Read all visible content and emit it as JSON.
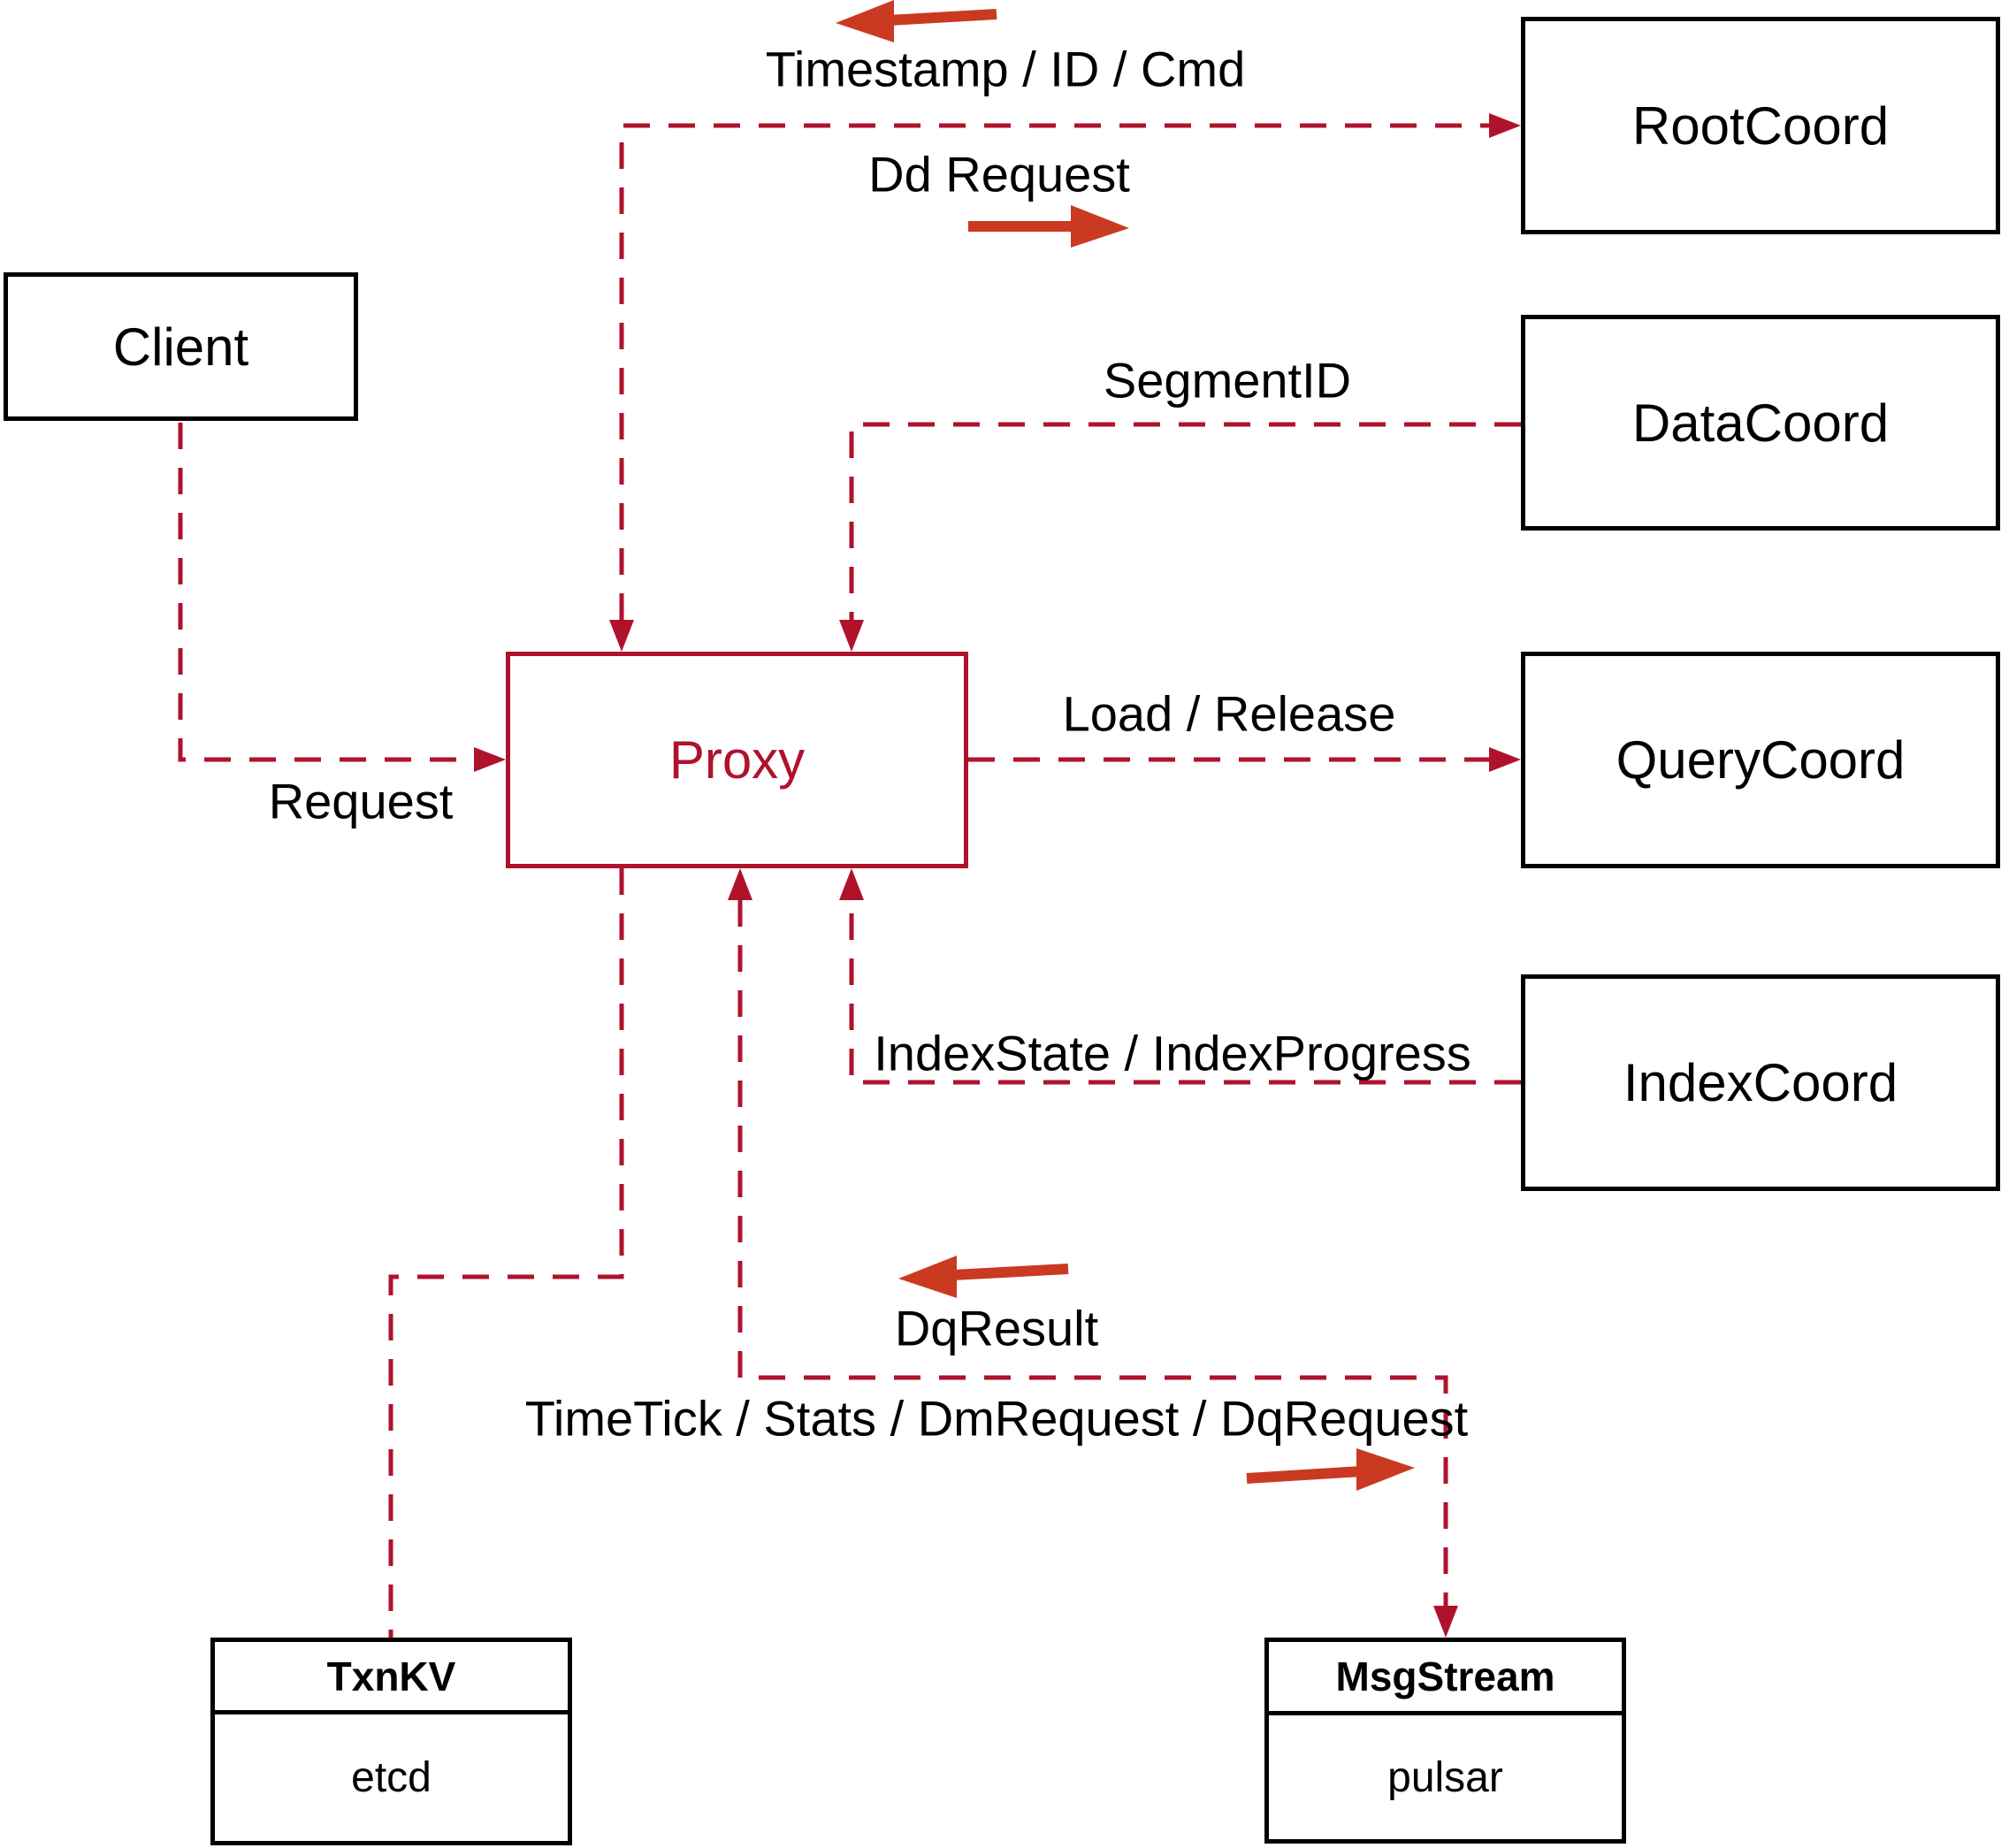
{
  "diagram": {
    "title": "Milvus Proxy interaction diagram",
    "nodes": {
      "client": {
        "label": "Client"
      },
      "root_coord": {
        "label": "RootCoord"
      },
      "data_coord": {
        "label": "DataCoord"
      },
      "query_coord": {
        "label": "QueryCoord"
      },
      "index_coord": {
        "label": "IndexCoord"
      },
      "proxy": {
        "label": "Proxy"
      },
      "txn_kv": {
        "title": "TxnKV",
        "subtitle": "etcd"
      },
      "msg_stream": {
        "title": "MsgStream",
        "subtitle": "pulsar"
      }
    },
    "edge_labels": {
      "timestamp": "Timestamp / ID / Cmd",
      "dd_request": "Dd Request",
      "segment_id": "SegmentID",
      "load_release": "Load / Release",
      "index_state": "IndexState / IndexProgress",
      "request": "Request",
      "dq_result": "DqResult",
      "time_tick": "TimeTick / Stats / DmRequest / DqRequest"
    },
    "colors": {
      "crimson": "#b0122c",
      "arrow_red": "#c93a20",
      "box_border": "#000000",
      "text": "#000000"
    }
  }
}
